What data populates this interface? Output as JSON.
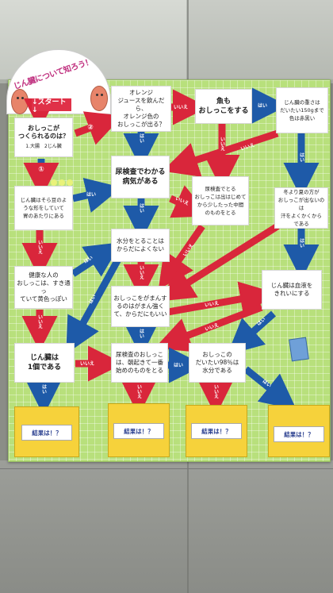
{
  "poster": {
    "title": "じん臓について知ろう！",
    "start": "↓スタート↓",
    "step_one": "①",
    "step_two": "②",
    "yes": "はい",
    "no": "いいえ",
    "questions": {
      "q_start": "おしっこが\nつくられるのは？",
      "q_start_hint": "1.大腸　2じん臓",
      "q_orange": "オレンジ\nジュースを飲んだら、\nオレンジ色の\nおしっこが出る？",
      "q_fish": "魚も\nおしっこをする",
      "q_weight": "じん臓の重さは\nだいたい150gまで\n色は赤黒い",
      "q_disease": "尿検査でわかる\n病気がある",
      "q_test_method": "尿検査でとる\nおしっこは出はじめて\nから少したった中間\nのものをとる",
      "q_bean": "じん臓はそら豆のよ\nうな形をしていて\n胃のあたりにある",
      "q_sweat": "冬より夏の方が\nおしっこが出ないのは\n汗をよくかくから\nである",
      "q_water": "水分をとることは\nからだによくない",
      "q_healthy": "健康な人の\nおしっこは、すき通っ\nていて黄色っぽい",
      "q_hold": "おしっこをがまんす\nるのはがまん強く\nて、からだにもいい",
      "q_blood": "じん臓は血液を\nきれいにする",
      "q_one": "じん臓は\n1個である",
      "q_first_morning": "尿検査のおしっこ\nは、朝起きて一番\n始めのものをとる",
      "q_98": "おしっこの\nだいたい98％は\n水分である"
    },
    "result_card": "結果は！？"
  },
  "colors": {
    "poster_green": "#b8e07c",
    "arrow_blue": "#1e5aa8",
    "arrow_red": "#d9263b",
    "card_yellow": "#f6d23b",
    "start_red": "#e03148"
  }
}
